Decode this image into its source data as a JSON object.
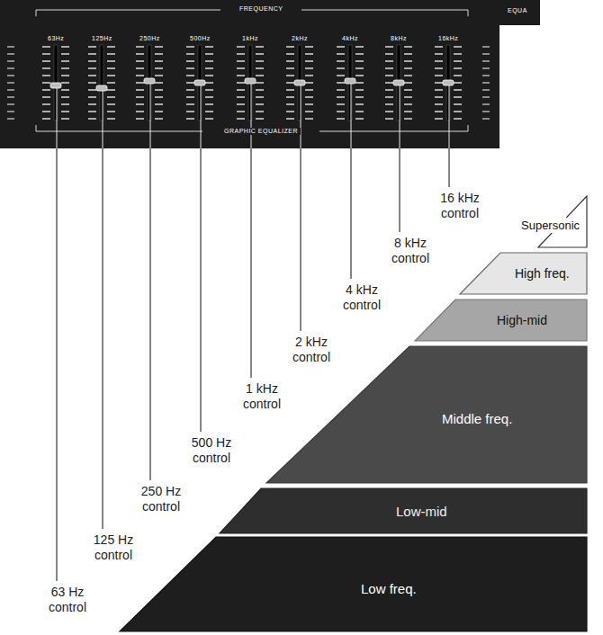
{
  "diagram": {
    "nodes": [
      {
        "text": [
          "Supersonic"
        ]
      },
      {
        "text": [
          "High freq."
        ]
      },
      {
        "text": [
          "High-mid"
        ]
      },
      {
        "text": [
          "Middle freq."
        ]
      },
      {
        "text": [
          "Low-mid"
        ]
      },
      {
        "text": [
          "Low freq."
        ]
      }
    ],
    "labels": [
      "FREQUENCY",
      "EQUA",
      "63Hz",
      "125Hz",
      "250Hz",
      "500Hz",
      "1kHz",
      "2kHz",
      "4kHz",
      "8kHz",
      "16kHz",
      "GRAPHIC EQUALIZER",
      "16 kHz control",
      "8 kHz control",
      "4 kHz control",
      "2 kHz control",
      "1 kHz control",
      "500 Hz control",
      "250 Hz control",
      "125 Hz control",
      "63 Hz control"
    ]
  }
}
